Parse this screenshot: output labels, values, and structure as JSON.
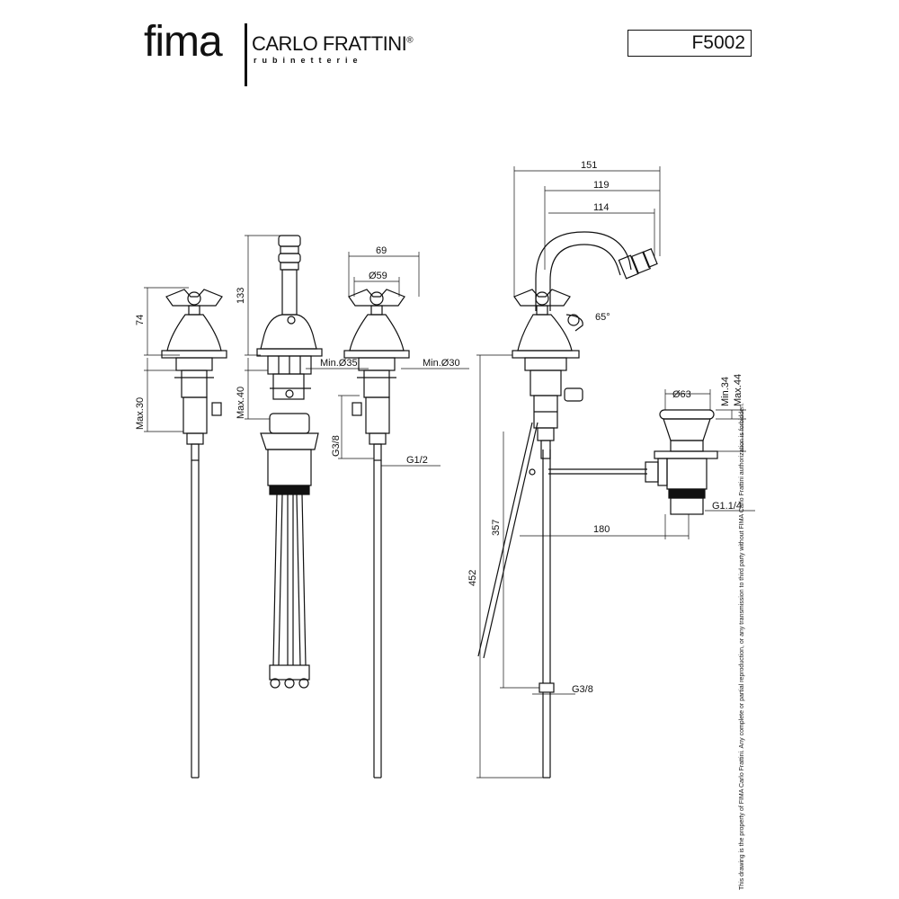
{
  "brand": {
    "logo_main": "fima",
    "logo_secondary": "CARLO FRATTINI",
    "logo_mark": "®",
    "logo_tagline": "rubinetterie"
  },
  "product_code": "F5002",
  "dimensions": {
    "d74": "74",
    "max30": "Max.30",
    "d133": "133",
    "max40": "Max.40",
    "min35": "Min.Ø35",
    "d69": "69",
    "d59": "Ø59",
    "min30": "Min.Ø30",
    "g38_left": "G3/8",
    "g12": "G1/2",
    "d151": "151",
    "d119": "119",
    "d114": "114",
    "angle65": "65°",
    "d63": "Ø63",
    "min34": "Min.34",
    "max44": "Max.44",
    "d357": "357",
    "d452": "452",
    "d180": "180",
    "g114": "G1.1/4",
    "g38_right": "G3/8"
  },
  "disclaimer": "This drawing is the property of FIMA Carlo Frattini. Any complete or partial reproduction, or any transmission to third party without FIMA Carlo Frattini authorization is forbidden."
}
